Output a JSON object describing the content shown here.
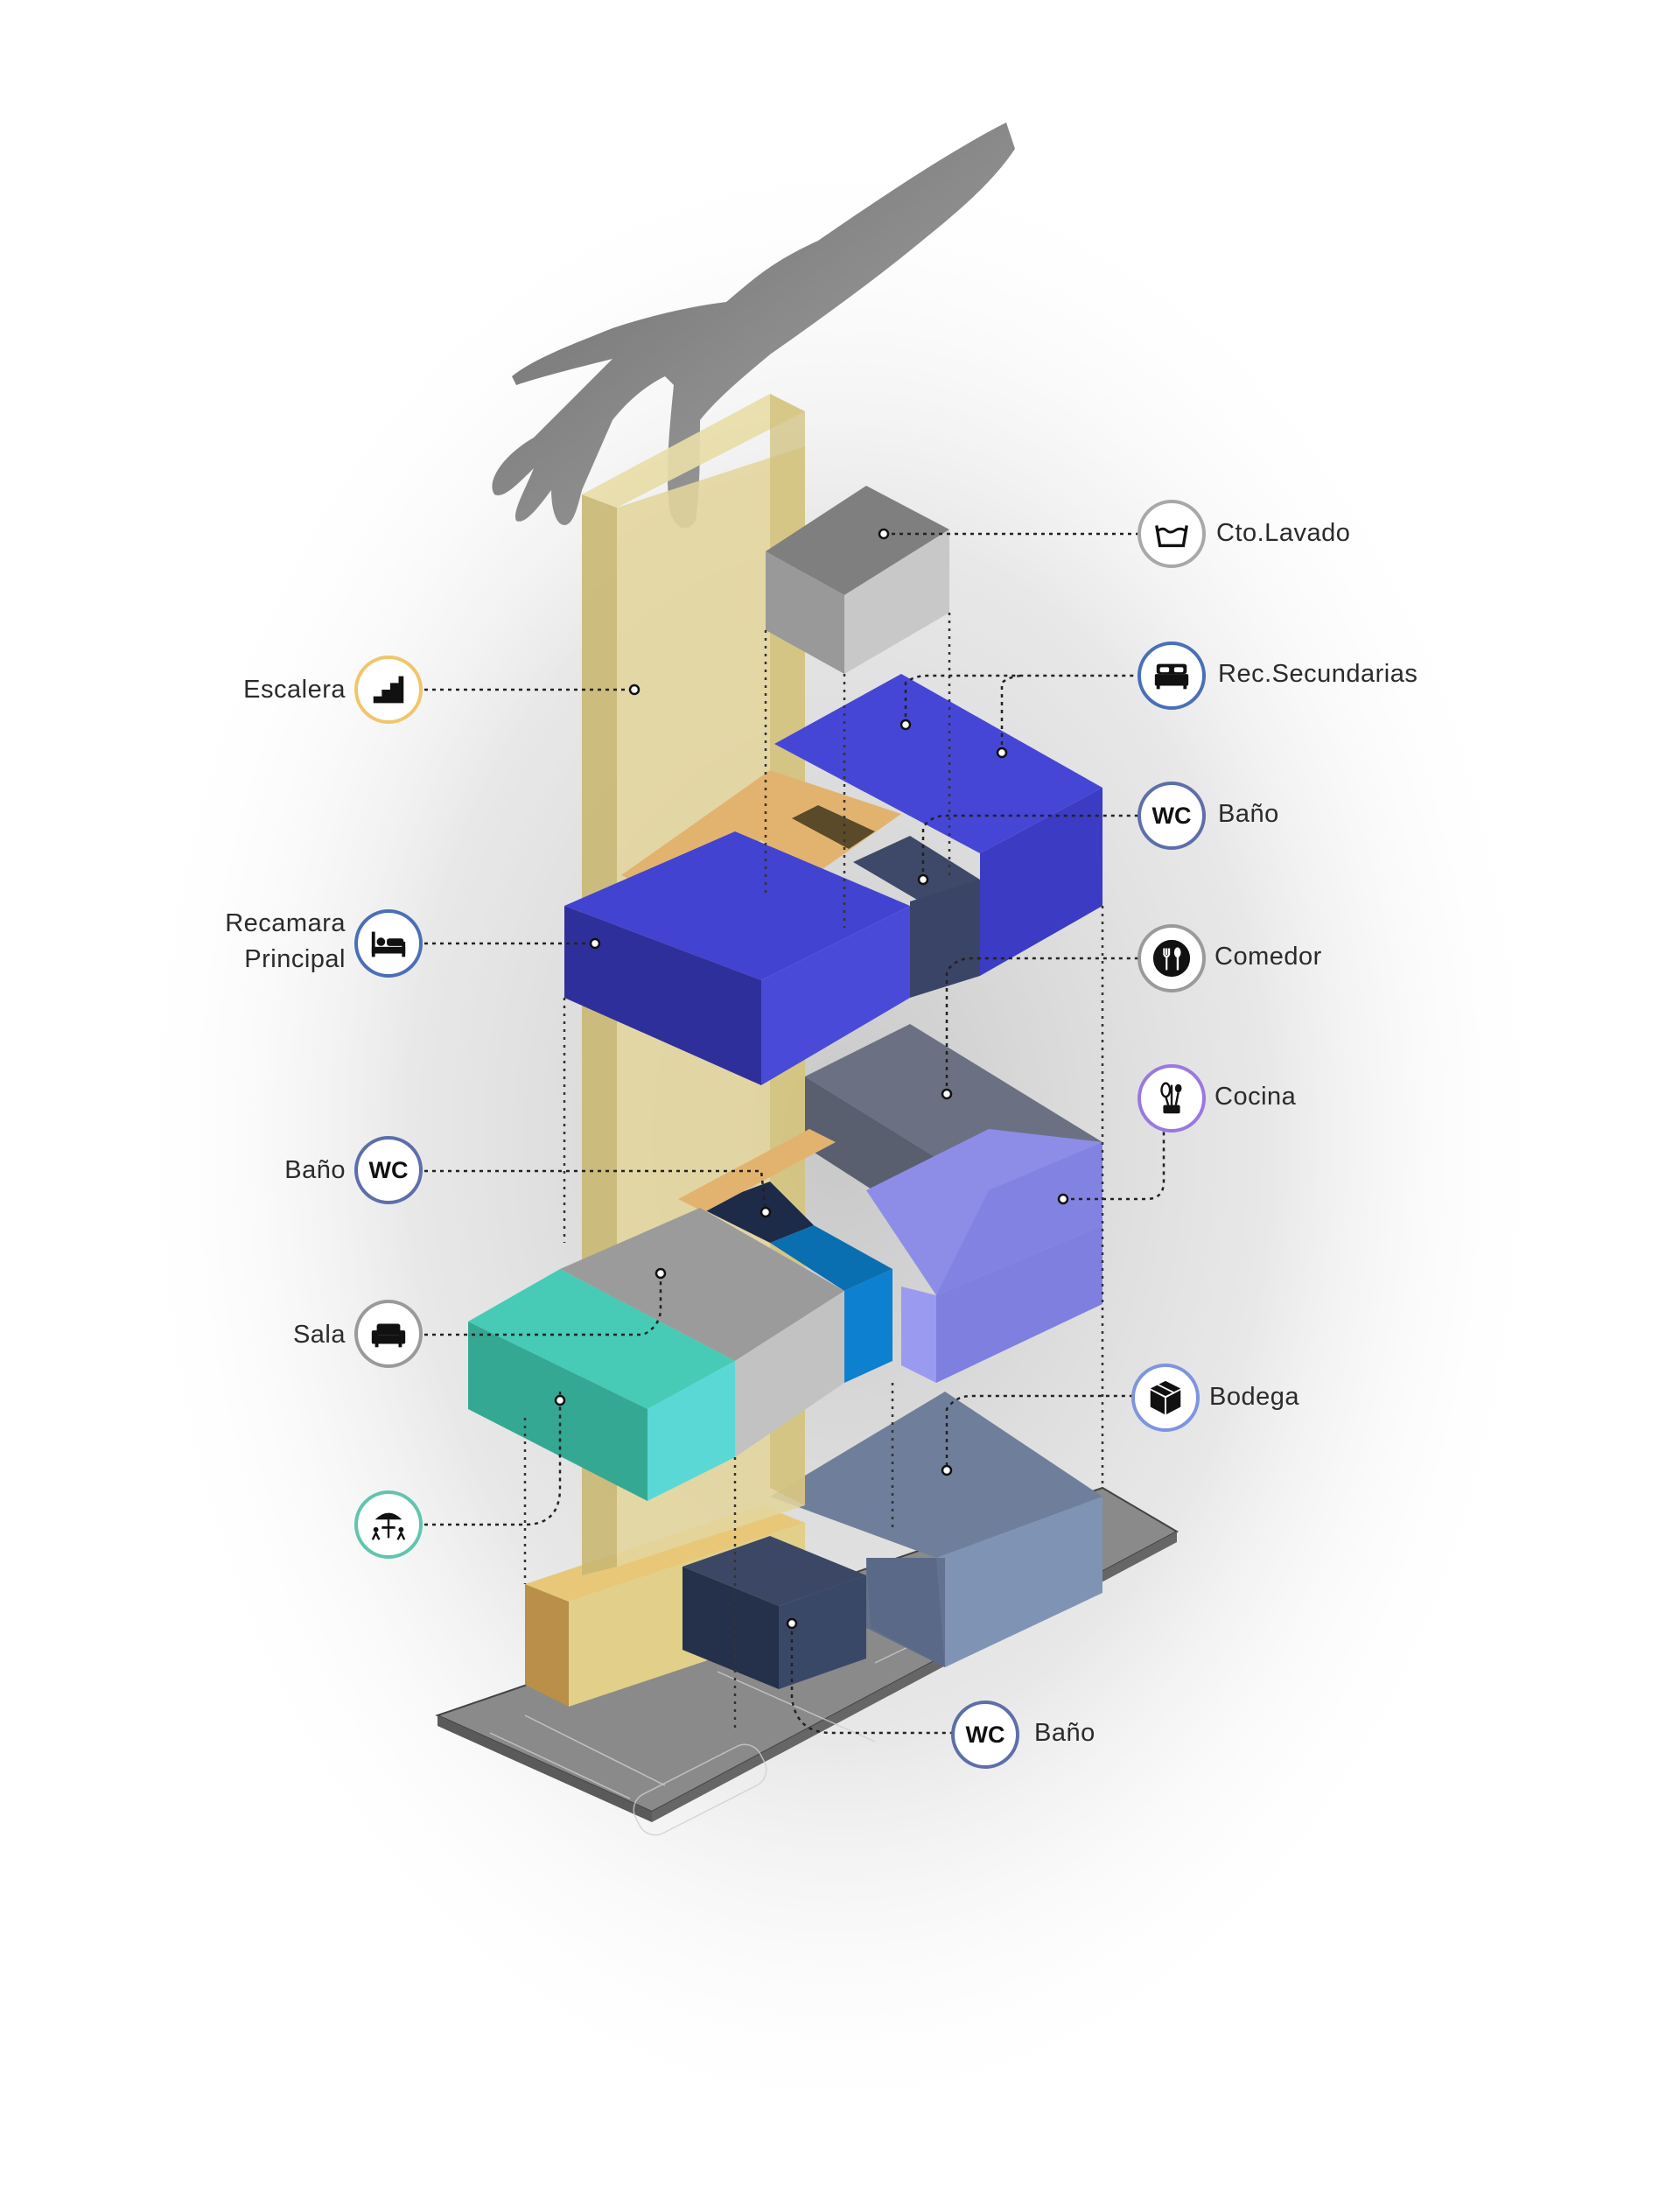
{
  "title": "",
  "labels": {
    "cto_lavado": "Cto.Lavado",
    "rec_secundarias": "Rec.Secundarias",
    "bano_upper": "Baño",
    "escalera": "Escalera",
    "recamara_line1": "Recamara",
    "recamara_line2": "Principal",
    "comedor": "Comedor",
    "cocina": "Cocina",
    "bano_middle": "Baño",
    "sala": "Sala",
    "bodega": "Bodega",
    "bano_lower": "Baño",
    "wc": "WC"
  },
  "icons": {
    "cto_lavado": "washing-tub-icon",
    "rec_secundarias": "double-bed-icon",
    "bano_upper": "wc-icon",
    "escalera": "stairs-icon",
    "recamara": "single-bed-icon",
    "comedor": "fork-spoon-icon",
    "cocina": "kitchen-utensils-icon",
    "bano_middle": "wc-icon",
    "sala": "sofa-icon",
    "terraza": "terrace-umbrella-icon",
    "bodega": "box-icon",
    "bano_lower": "wc-icon"
  },
  "colors": {
    "stair_tower": "#ddd09a",
    "laundry": "#9e9e9e",
    "bedrooms_top": "#4646d8",
    "bedrooms_side": "#2e2e9a",
    "bath_dark": "#3a4460",
    "kitchen": "#8080e6",
    "dining": "#6e7384",
    "living_teal": "#3fc7b0",
    "living_gray": "#9a9a9a",
    "bodega": "#6f7f9b",
    "ground_ochre": "#d9b16a",
    "ground_bath": "#33405e",
    "ring_blue": "#4a6fb8",
    "ring_yellow": "#f2c56a",
    "ring_gray": "#9a9a9a",
    "ring_purple": "#9a78e0",
    "ring_teal": "#62c4ae",
    "ring_navy": "#5d6eaa"
  }
}
